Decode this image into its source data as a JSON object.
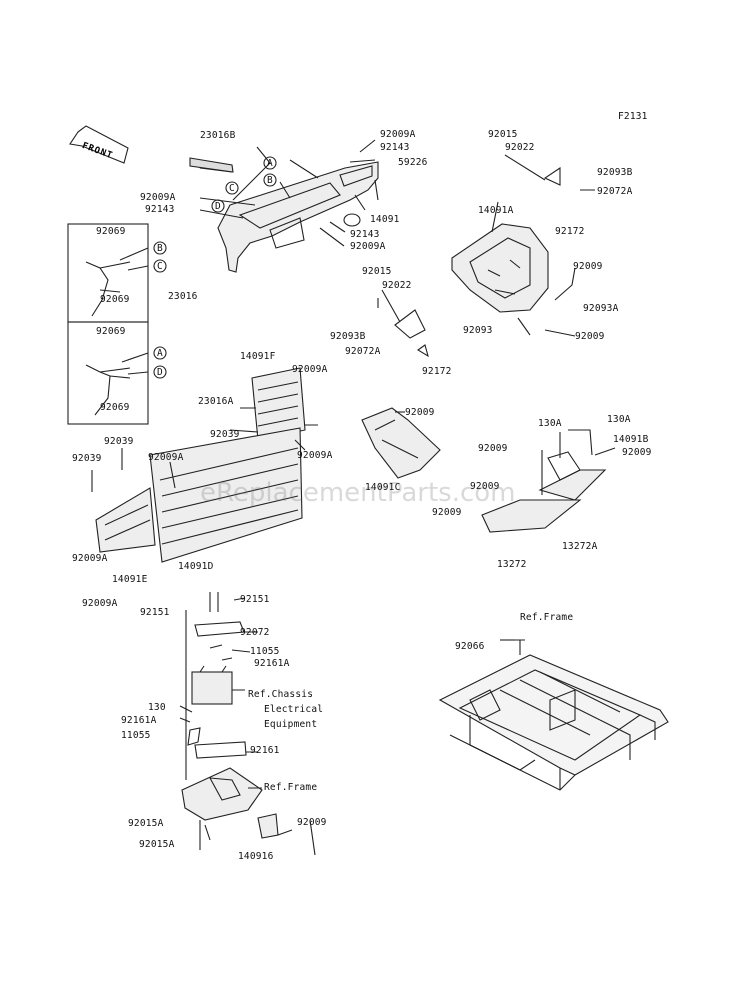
{
  "figure_code": "F2131",
  "front_label": "FRONT",
  "watermark": "eReplacementParts.com",
  "labels": {
    "l1": "23016B",
    "l2": "92009A",
    "l3": "92143",
    "l4": "59226",
    "l5": "92009A",
    "l6": "92143",
    "l7": "14091",
    "l8": "92143",
    "l9": "92009A",
    "l10": "92015",
    "l11": "92022",
    "l12": "92093B",
    "l13": "92072A",
    "l14": "14091A",
    "l15": "92172",
    "l16": "92009",
    "l17": "92093A",
    "l18": "92009",
    "l19": "92093",
    "l20": "92015",
    "l21": "92022",
    "l22": "92093B",
    "l23": "92072A",
    "l24": "92172",
    "l25": "92069",
    "l26": "92069",
    "l27": "23016",
    "l28": "92069",
    "l29": "92069",
    "l30": "14091F",
    "l31": "92009A",
    "l32": "23016A",
    "l33": "92039",
    "l34": "92009A",
    "l35": "92039",
    "l36": "92039",
    "l37": "92009A",
    "l38": "92009A",
    "l39": "14091E",
    "l40": "92009A",
    "l41": "14091D",
    "l42": "92009",
    "l43": "14091C",
    "l44": "130A",
    "l45": "130A",
    "l46": "92009",
    "l47": "14091B",
    "l48": "92009",
    "l49": "92009",
    "l50": "92009",
    "l51": "13272",
    "l52": "13272A",
    "l53": "92151",
    "l54": "92151",
    "l55": "92072",
    "l56": "11055",
    "l57": "92161A",
    "l58": "Ref.Chassis",
    "l59": "Electrical",
    "l60": "Equipment",
    "l61": "130",
    "l62": "92161A",
    "l63": "11055",
    "l64": "92161",
    "l65": "Ref.Frame",
    "l66": "92015A",
    "l67": "92015A",
    "l68": "140916",
    "l69": "92009",
    "l70": "Ref.Frame",
    "l71": "92066"
  },
  "callouts": [
    "A",
    "B",
    "C",
    "D",
    "B",
    "C",
    "A",
    "D"
  ]
}
